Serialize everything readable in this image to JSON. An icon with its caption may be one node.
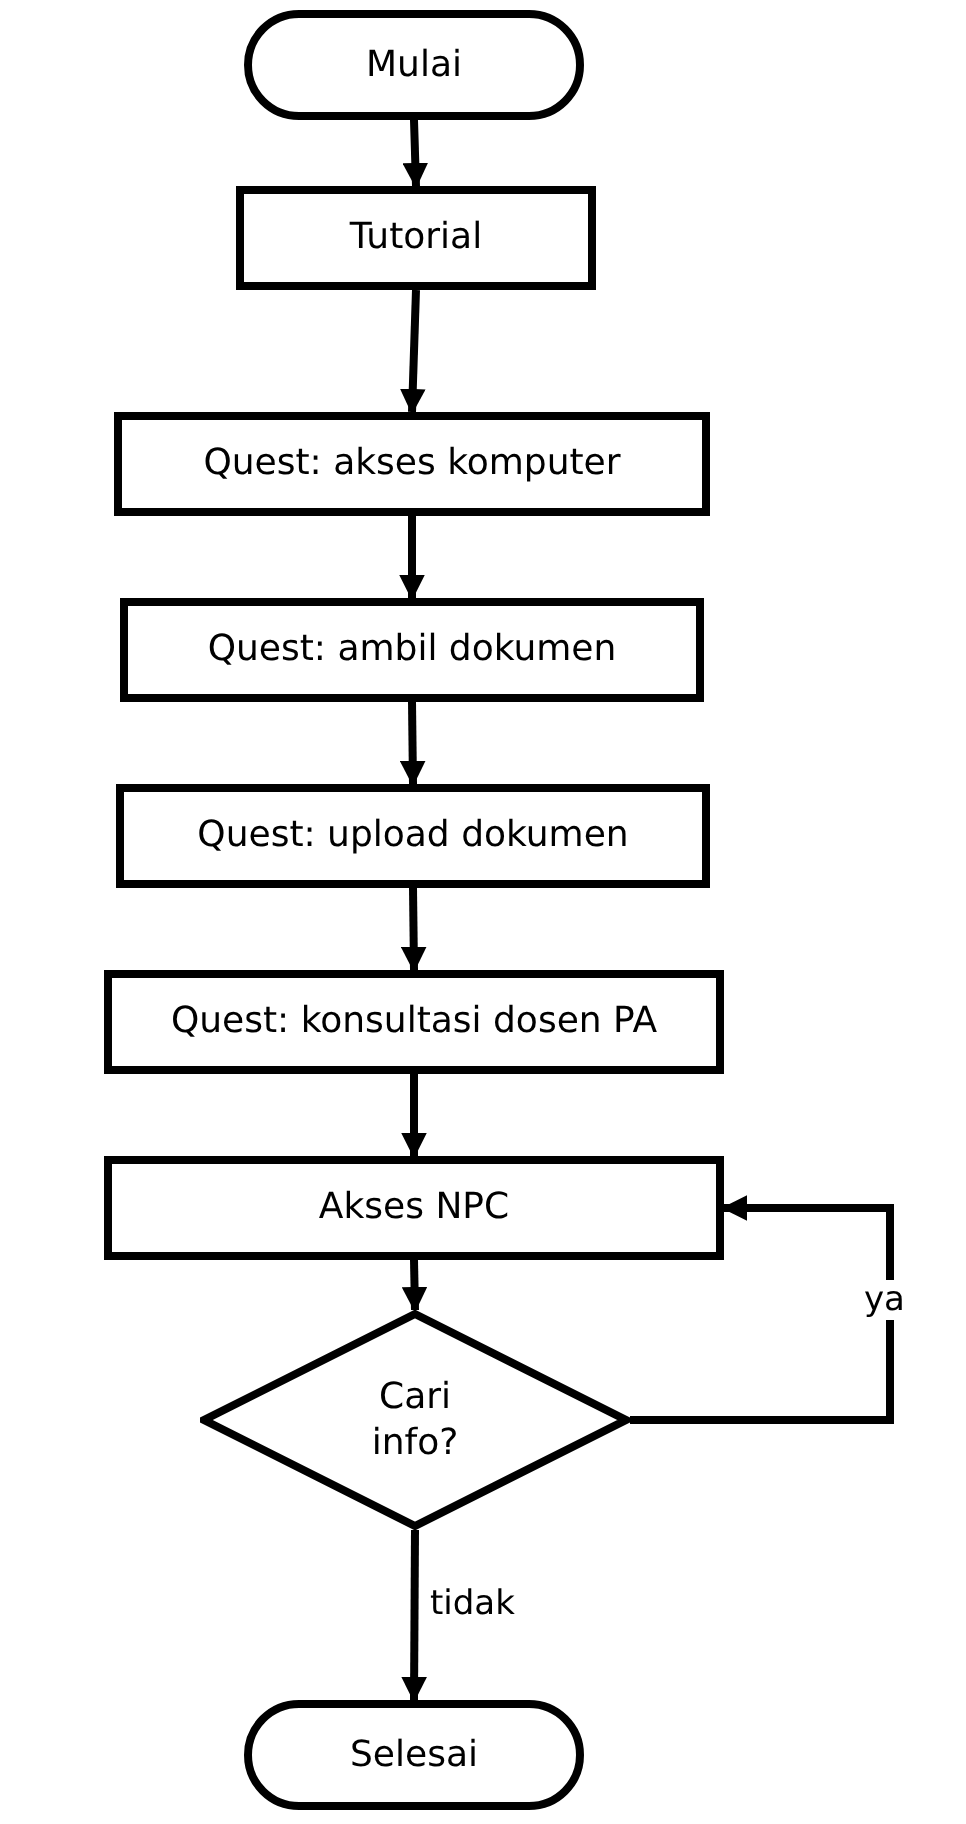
{
  "diagram": {
    "nodes": [
      {
        "text": [
          "Mulai"
        ]
      },
      {
        "text": [
          "Tutorial"
        ]
      },
      {
        "text": [
          "Quest: akses komputer"
        ]
      },
      {
        "text": [
          "Quest: ambil dokumen"
        ]
      },
      {
        "text": [
          "Quest: upload dokumen"
        ]
      },
      {
        "text": [
          "Quest: konsultasi dosen PA"
        ]
      },
      {
        "text": [
          "Akses NPC"
        ]
      },
      {
        "text": [
          "Cari info?"
        ]
      },
      {
        "text": [
          "Selesai"
        ]
      }
    ],
    "edges": [
      {
        "from": 0,
        "to": 1,
        "arrow": "to"
      },
      {
        "from": 1,
        "to": 2,
        "arrow": "to"
      },
      {
        "from": 2,
        "to": 3,
        "arrow": "to"
      },
      {
        "from": 3,
        "to": 4,
        "arrow": "to"
      },
      {
        "from": 4,
        "to": 5,
        "arrow": "to"
      },
      {
        "from": 5,
        "to": 6,
        "arrow": "to"
      },
      {
        "from": 6,
        "to": 7,
        "arrow": "to"
      },
      {
        "from": 7,
        "to": 6,
        "label": "ya",
        "arrow": "to"
      },
      {
        "from": 7,
        "to": 8,
        "label": "tidak",
        "arrow": "to"
      }
    ]
  }
}
